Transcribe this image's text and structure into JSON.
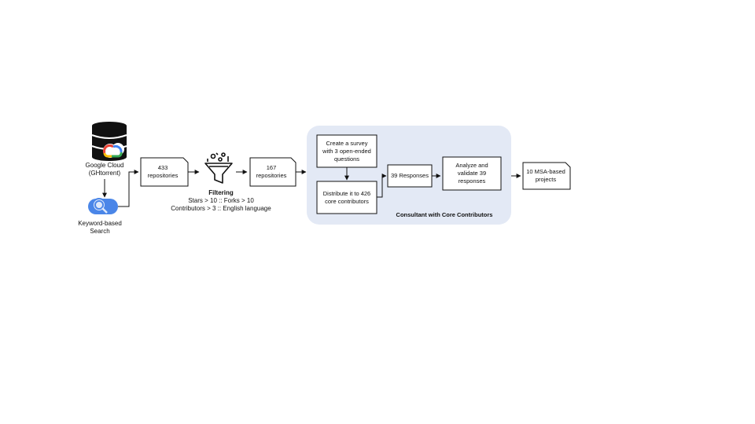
{
  "sources": {
    "google_cloud": {
      "line1": "Google Cloud",
      "line2": "(GHtorrent)"
    },
    "keyword_search": {
      "line1": "Keyword-based",
      "line2": "Search"
    }
  },
  "docs": {
    "repos_433": {
      "line1": "433",
      "line2": "repositories"
    },
    "repos_167": {
      "line1": "167",
      "line2": "repositories"
    },
    "msa_projects": {
      "line1": "10 MSA-based",
      "line2": "projects"
    }
  },
  "filtering": {
    "title": "Filtering",
    "criteria_line1": "Stars > 10 :: Forks > 10",
    "criteria_line2": "Contributors > 3 :: English language"
  },
  "consultation": {
    "group_title": "Consultant with Core Contributors",
    "survey_box": {
      "line1": "Create a survey",
      "line2": "with 3 open-ended",
      "line3": "questions"
    },
    "distribute_box": {
      "line1": "Distribute it to 426",
      "line2": "core contributors"
    },
    "responses_box": {
      "line1": "39 Responses"
    },
    "analyze_box": {
      "line1": "Analyze and",
      "line2": "validate 39",
      "line3": "responses"
    }
  },
  "colors": {
    "group_fill": "#e3e9f5",
    "database": "#111111",
    "gc_red": "#ea4335",
    "gc_yellow": "#fbbc05",
    "gc_green": "#34a853",
    "gc_blue": "#4285f4",
    "search_blue": "#4a86e8"
  }
}
